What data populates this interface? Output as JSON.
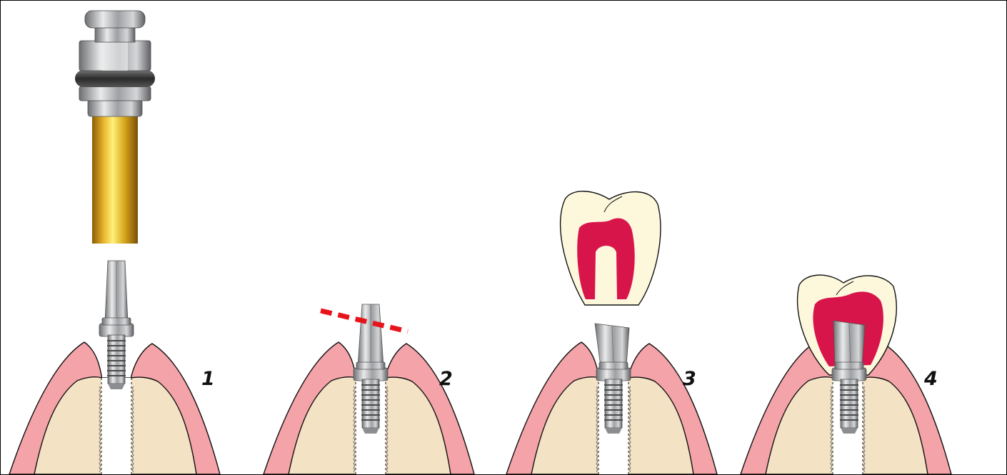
{
  "steps": [
    {
      "id": 1,
      "label": "1",
      "elements": [
        "transfer-coping",
        "abutment",
        "gingiva",
        "implant-bed"
      ]
    },
    {
      "id": 2,
      "label": "2",
      "elements": [
        "abutment",
        "cut-line",
        "gingiva",
        "implant-bed"
      ]
    },
    {
      "id": 3,
      "label": "3",
      "elements": [
        "crown",
        "prepared-abutment",
        "gingiva",
        "implant-bed"
      ]
    },
    {
      "id": 4,
      "label": "4",
      "elements": [
        "seated-crown",
        "prepared-abutment",
        "gingiva",
        "implant-bed"
      ]
    }
  ],
  "colors": {
    "gingiva": "#f4a3a8",
    "bone": "#f3e2c4",
    "enamel": "#fdf7dc",
    "crown_core": "#d8154a",
    "cut_line": "#e8141c",
    "metal": "#a9abae",
    "metal_dark": "#6d6f72",
    "gold": "#d9a81e",
    "oring": "#3a3a3a",
    "outline": "#111111"
  }
}
